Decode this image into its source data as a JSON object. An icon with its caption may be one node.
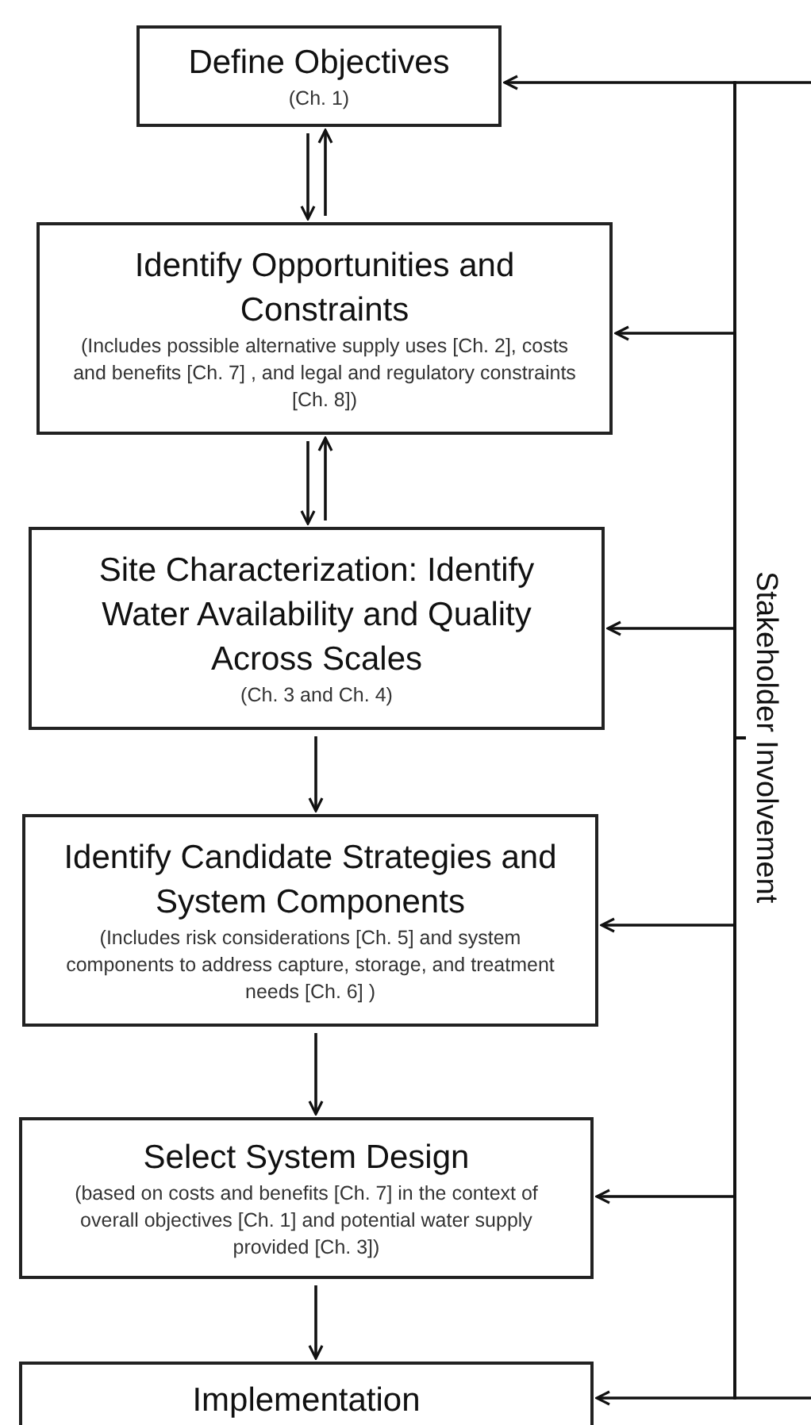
{
  "diagram": {
    "nodes": [
      {
        "text": [
          "Define Objectives",
          "(Ch. 1)"
        ]
      },
      {
        "text": [
          "Identify Opportunities and Constraints",
          "(Includes possible alternative supply uses [Ch. 2], costs and benefits [Ch. 7] , and legal and regulatory constraints [Ch. 8])"
        ]
      },
      {
        "text": [
          "Site Characterization: Identify Water Availability and Quality Across Scales",
          "(Ch. 3 and Ch. 4)"
        ]
      },
      {
        "text": [
          "Identify Candidate Strategies and System Components",
          "(Includes risk considerations [Ch. 5] and system components to address capture, storage, and treatment needs [Ch. 6] )"
        ]
      },
      {
        "text": [
          "Select System Design",
          "(based on costs and benefits [Ch. 7] in the context of overall objectives [Ch. 1] and potential water supply provided [Ch. 3])"
        ]
      },
      {
        "text": [
          "Implementation"
        ]
      },
      {
        "text": [
          "Stakeholder Involvement"
        ]
      }
    ],
    "edges": [
      {
        "from": 0,
        "to": 1,
        "arrow": "to"
      },
      {
        "from": 1,
        "to": 0,
        "arrow": "to"
      },
      {
        "from": 1,
        "to": 2,
        "arrow": "to"
      },
      {
        "from": 2,
        "to": 1,
        "arrow": "to"
      },
      {
        "from": 2,
        "to": 3,
        "arrow": "to"
      },
      {
        "from": 3,
        "to": 4,
        "arrow": "to"
      },
      {
        "from": 4,
        "to": 5,
        "arrow": "to"
      },
      {
        "from": 6,
        "to": 0,
        "arrow": "to"
      },
      {
        "from": 6,
        "to": 1,
        "arrow": "to"
      },
      {
        "from": 6,
        "to": 2,
        "arrow": "to"
      },
      {
        "from": 6,
        "to": 3,
        "arrow": "to"
      },
      {
        "from": 6,
        "to": 4,
        "arrow": "to"
      },
      {
        "from": 6,
        "to": 5,
        "arrow": "to"
      }
    ]
  }
}
